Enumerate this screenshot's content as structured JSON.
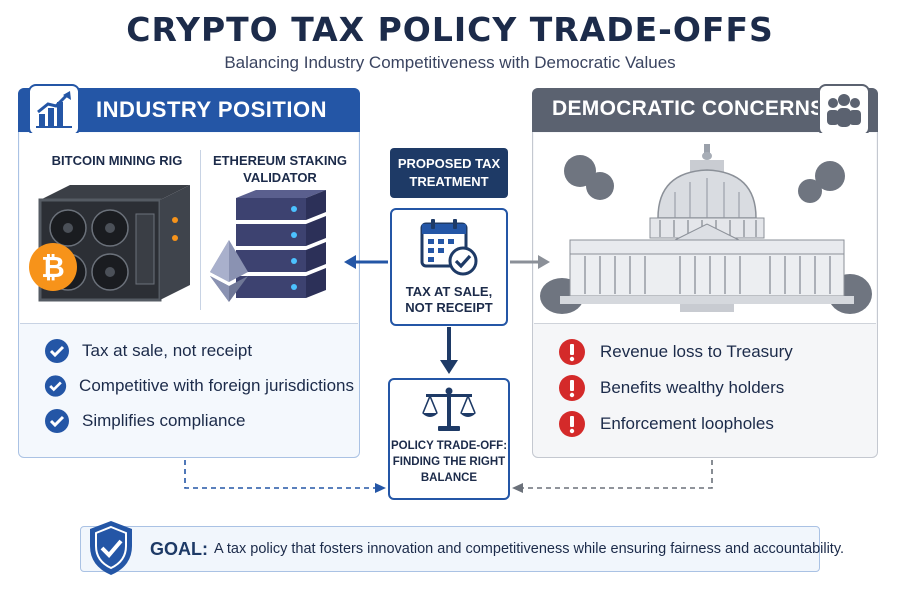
{
  "header": {
    "title": "CRYPTO TAX POLICY TRADE-OFFS",
    "subtitle": "Balancing Industry Competitiveness with Democratic Values"
  },
  "industry": {
    "heading": "INDUSTRY POSITION",
    "mining_label": "BITCOIN MINING RIG",
    "staking_label_1": "ETHEREUM STAKING",
    "staking_label_2": "VALIDATOR",
    "bullets": [
      "Tax at sale, not receipt",
      "Competitive with foreign jurisdictions",
      "Simplifies compliance"
    ]
  },
  "center": {
    "proposal_label_1": "PROPOSED TAX",
    "proposal_label_2": "TREATMENT",
    "proposal_text_1": "TAX AT SALE,",
    "proposal_text_2": "NOT RECEIPT",
    "tradeoff_1": "POLICY TRADE-OFF:",
    "tradeoff_2": "FINDING THE RIGHT",
    "tradeoff_3": "BALANCE"
  },
  "democratic": {
    "heading": "DEMOCRATIC CONCERNS",
    "bullets": [
      "Revenue loss to Treasury",
      "Benefits wealthy holders",
      "Enforcement loopholes"
    ]
  },
  "goal": {
    "label": "GOAL:",
    "text": "A tax policy that fosters innovation and competitiveness while ensuring fairness and accountability."
  },
  "colors": {
    "navy": "#1e3a66",
    "blue": "#2456a6",
    "gray": "#5b6270",
    "bitcoin": "#f7931a",
    "alert_red": "#d42a2a"
  },
  "icons": {
    "industry": "growth-chart-icon",
    "democratic": "people-group-icon",
    "mining": "mining-rig-icon",
    "bitcoin": "bitcoin-icon",
    "server": "server-stack-icon",
    "ethereum": "ethereum-icon",
    "capitol": "capitol-building-icon",
    "calendar": "calendar-check-icon",
    "balance": "balance-scale-icon",
    "shield": "shield-check-icon",
    "check": "check-circle-icon",
    "alert": "alert-circle-icon"
  }
}
